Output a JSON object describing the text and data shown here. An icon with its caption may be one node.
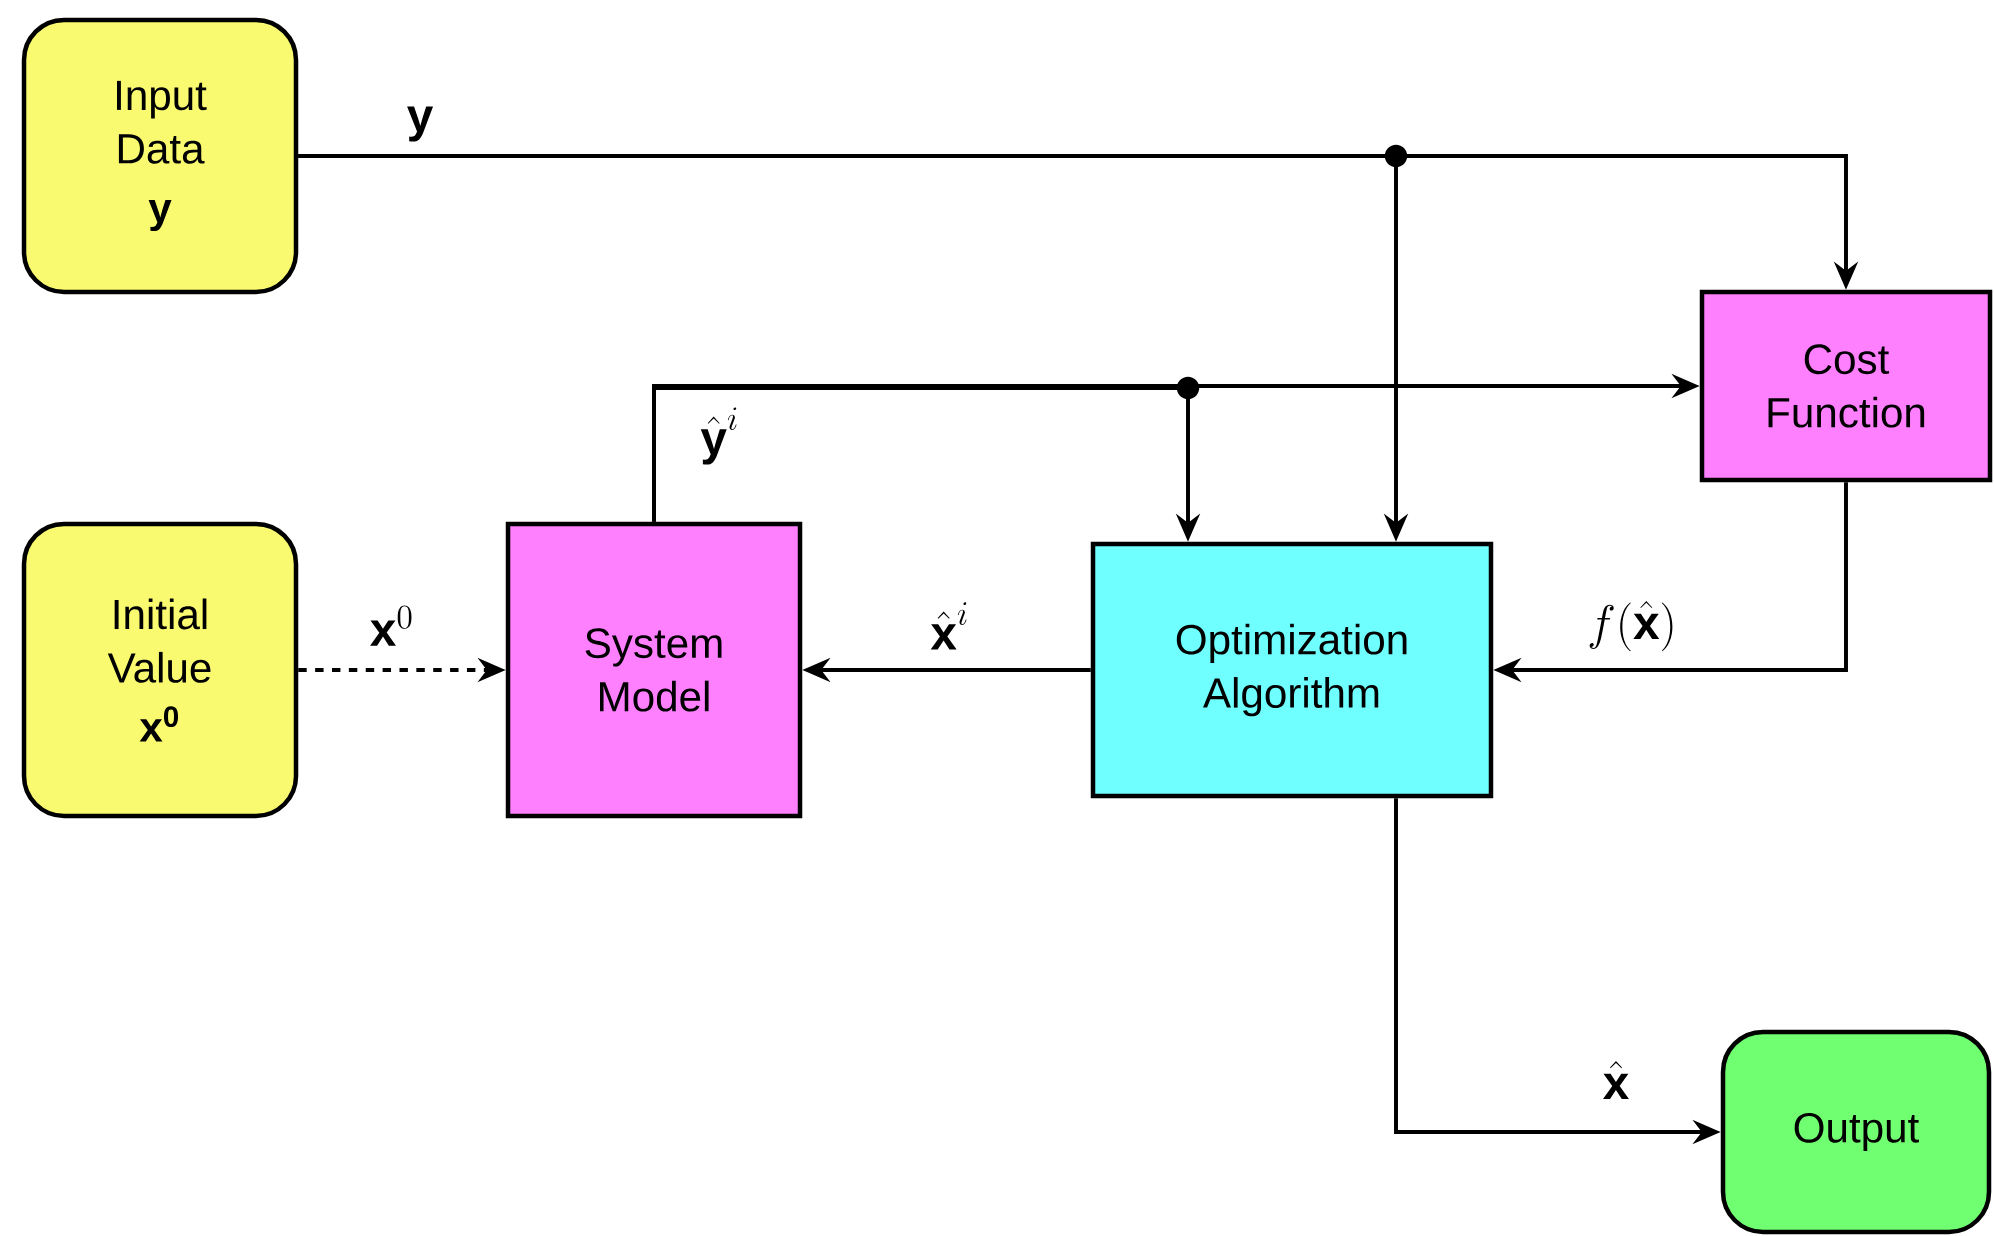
{
  "diagram": {
    "nodes": [
      {
        "text": [
          "Input Data",
          "y"
        ]
      },
      {
        "text": [
          "Initial Value",
          "x$^{0}$"
        ]
      },
      {
        "text": [
          "System Model"
        ]
      },
      {
        "text": [
          "Optimization Algorithm"
        ]
      },
      {
        "text": [
          "Cost Function"
        ]
      },
      {
        "text": [
          "Output"
        ]
      }
    ],
    "edges": [
      {
        "from": 0,
        "to": 4,
        "arrow": "to",
        "label": "\\textbf{y}"
      },
      {
        "from": 0,
        "to": 3,
        "arrow": "to"
      },
      {
        "from": 2,
        "to": 4,
        "arrow": "to",
        "label": "\\hat{\\textbf{y}}^{i}"
      },
      {
        "from": 2,
        "to": 3,
        "arrow": "to"
      },
      {
        "from": 1,
        "to": 2,
        "arrow": "to",
        "style": "dashed",
        "label": "\\textbf{x}^{0}"
      },
      {
        "from": 3,
        "to": 2,
        "arrow": "to",
        "label": "\\hat{\\textbf{x}}^{i}"
      },
      {
        "from": 4,
        "to": 3,
        "arrow": "to",
        "label": "f(\\hat{\\textbf{x}})"
      },
      {
        "from": 3,
        "to": 5,
        "arrow": "to",
        "label": "\\hat{\\textbf{x}}"
      }
    ]
  }
}
